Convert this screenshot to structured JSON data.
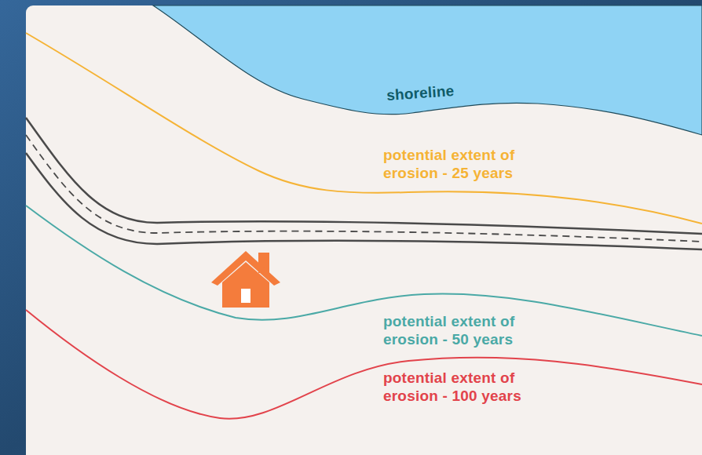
{
  "diagram": {
    "labels": [
      "shoreline",
      "potential extent of erosion - 25 years",
      "potential extent of erosion - 50 years",
      "potential extent of erosion - 100 years"
    ]
  }
}
